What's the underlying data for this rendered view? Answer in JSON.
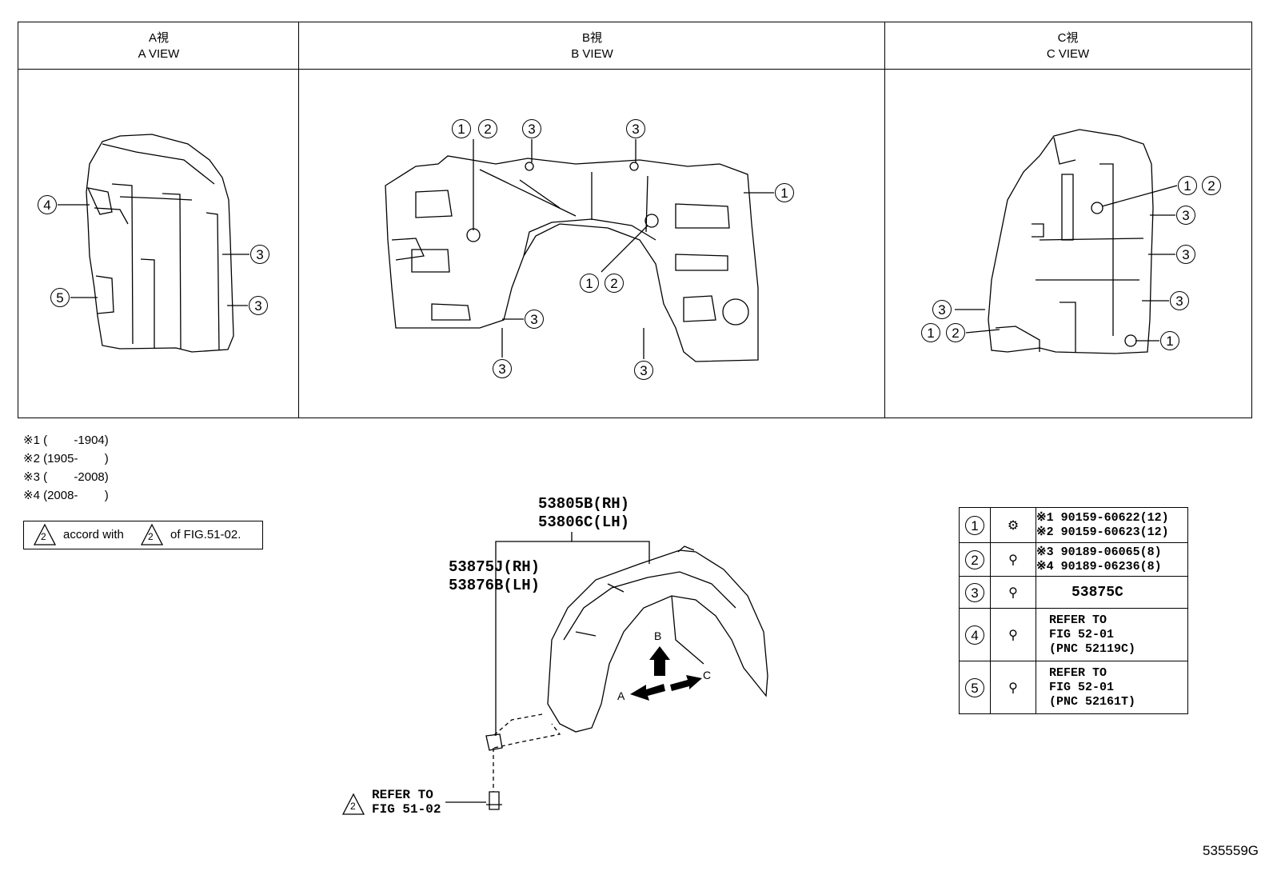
{
  "views": [
    {
      "jp": "A視",
      "en": "A VIEW"
    },
    {
      "jp": "B視",
      "en": "B VIEW"
    },
    {
      "jp": "C視",
      "en": "C VIEW"
    }
  ],
  "callouts": {
    "a_view": [
      "4",
      "5",
      "3",
      "3"
    ],
    "b_view": [
      "1",
      "2",
      "3",
      "3",
      "1",
      "1",
      "2",
      "3",
      "3",
      "3"
    ],
    "c_view": [
      "1",
      "2",
      "3",
      "3",
      "3",
      "3",
      "1",
      "2",
      "1"
    ]
  },
  "notes": [
    "※1 (        -1904)",
    "※2 (1905-        )",
    "※3 (        -2008)",
    "※4 (2008-        )"
  ],
  "accord": {
    "mark": "2",
    "text1": "accord with",
    "mark2": "2",
    "text2": "of FIG.51-02."
  },
  "parts": {
    "liner_rh": "53805B(RH)",
    "liner_lh": "53806C(LH)",
    "seal_rh": "53875J(RH)",
    "seal_lh": "53876B(LH)"
  },
  "directions": {
    "a": "A",
    "b": "B",
    "c": "C"
  },
  "refer_bottom": {
    "mark": "2",
    "line1": "REFER TO",
    "line2": "FIG 51-02"
  },
  "legend": [
    {
      "num": "1",
      "lines": [
        "※1 90159-60622(12)",
        "※2 90159-60623(12)"
      ]
    },
    {
      "num": "2",
      "lines": [
        "※3 90189-06065(8)",
        "※4 90189-06236(8)"
      ]
    },
    {
      "num": "3",
      "lines": [
        "53875C"
      ]
    },
    {
      "num": "4",
      "lines": [
        "REFER TO",
        "FIG 52-01",
        "(PNC 52119C)"
      ]
    },
    {
      "num": "5",
      "lines": [
        "REFER TO",
        "FIG 52-01",
        "(PNC 52161T)"
      ]
    }
  ],
  "figure_id": "535559G"
}
